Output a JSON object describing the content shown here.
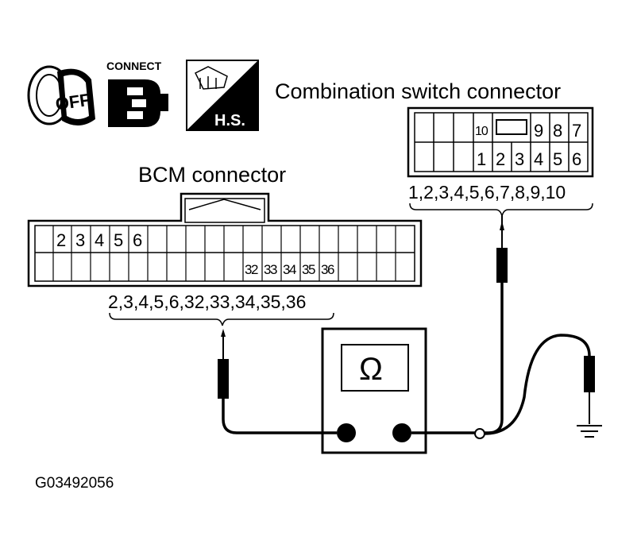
{
  "icons": {
    "ignition_label": "OFF",
    "connect_label": "CONNECT",
    "harness_label": "H.S."
  },
  "labels": {
    "combination_switch": "Combination switch connector",
    "bcm": "BCM connector",
    "combo_pins_caption": "1,2,3,4,5,6,7,8,9,10",
    "bcm_pins_caption": "2,3,4,5,6,32,33,34,35,36",
    "figure_id": "G03492056"
  },
  "combo_connector": {
    "top_row": [
      "10",
      "",
      "9",
      "8",
      "7"
    ],
    "bottom_row": [
      "1",
      "2",
      "3",
      "4",
      "5",
      "6"
    ]
  },
  "bcm_connector": {
    "top_row": [
      "2",
      "3",
      "4",
      "5",
      "6"
    ],
    "bottom_row": [
      "32",
      "33",
      "34",
      "35",
      "36"
    ]
  },
  "meter": {
    "symbol": "Ω"
  }
}
